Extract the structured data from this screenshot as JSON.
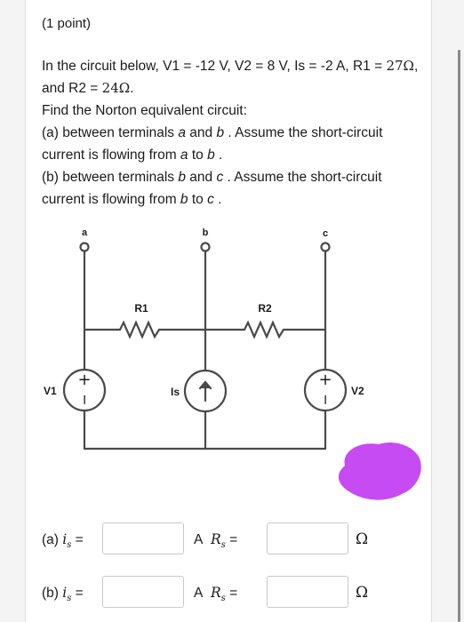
{
  "header": {
    "points": "(1 point)"
  },
  "problem": {
    "intro_pre": "In the circuit below, V1 = -12 V, V2 = 8 V, Is = -2 A, R1 = ",
    "r1_value": "27Ω",
    "intro_mid": ", and R2 = ",
    "r2_value": "24Ω",
    "intro_end": ".",
    "task": "Find the Norton equivalent circuit:",
    "part_a_pre": "(a) between terminals ",
    "part_a_t1": "a",
    "part_a_and": " and ",
    "part_a_t2": "b",
    "part_a_post": " . Assume the short-circuit current is flowing from ",
    "part_a_f1": "a",
    "part_a_to": " to ",
    "part_a_f2": "b",
    "part_a_end": " .",
    "part_b_pre": "(b) between terminals ",
    "part_b_t1": "b",
    "part_b_and": " and ",
    "part_b_t2": "c",
    "part_b_post": " . Assume the short-circuit current is flowing from ",
    "part_b_f1": "b",
    "part_b_to": " to ",
    "part_b_f2": "c",
    "part_b_end": " ."
  },
  "circuit": {
    "terminal_a": "a",
    "terminal_b": "b",
    "terminal_c": "c",
    "r1_label": "R1",
    "r2_label": "R2",
    "v1_label": "V1",
    "v2_label": "V2",
    "is_label": "Is",
    "plus": "+",
    "minus": "−"
  },
  "answers": {
    "row_a": {
      "prefix": "(a) ",
      "is_var": "i",
      "is_sub": "s",
      "eq": " = ",
      "current_value": "",
      "amp_unit": "A",
      "rs_var": "R",
      "rs_sub": "s",
      "resistance_value": "",
      "ohm_unit": "Ω"
    },
    "row_b": {
      "prefix": "(b) ",
      "is_var": "i",
      "is_sub": "s",
      "eq": " = ",
      "current_value": "",
      "amp_unit": "A",
      "rs_var": "R",
      "rs_sub": "s",
      "resistance_value": "",
      "ohm_unit": "Ω"
    }
  },
  "colors": {
    "redaction_blob": "#c64bf2",
    "text": "#1b1b1b",
    "wire": "#4a4a4a"
  }
}
